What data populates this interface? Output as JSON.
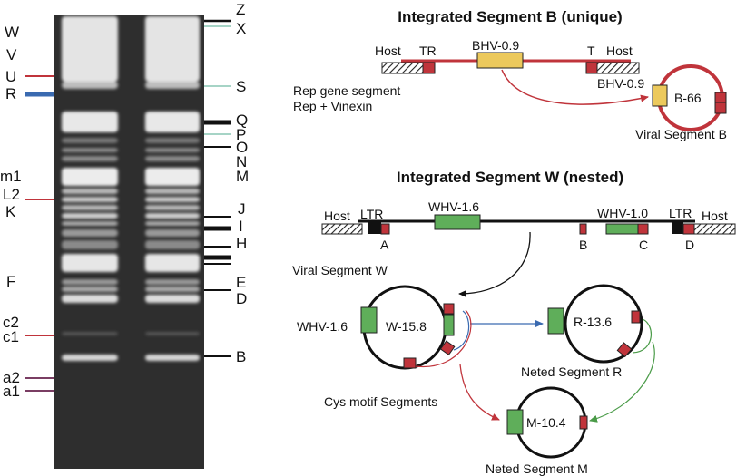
{
  "gel": {
    "left_labels": [
      "W",
      "V",
      "U",
      "R",
      "m1",
      "L2",
      "K",
      "F",
      "c2",
      "c1",
      "a2",
      "a1"
    ],
    "right_labels": [
      "Z",
      "X",
      "S",
      "Q",
      "P",
      "O",
      "N",
      "M",
      "J",
      "I",
      "H",
      "E",
      "D",
      "B"
    ]
  },
  "segment_b": {
    "title": "Integrated Segment B (unique)",
    "host_left": "Host",
    "tr": "TR",
    "gene": "BHV-0.9",
    "t": "T",
    "host_right": "Host",
    "note_line1": "Rep gene segment",
    "note_line2": "Rep + Vinexin",
    "circle_gene": "BHV-0.9",
    "circle_name": "B-66",
    "circle_caption": "Viral Segment B"
  },
  "segment_w": {
    "title": "Integrated Segment W (nested)",
    "host_left": "Host",
    "ltr_left": "LTR",
    "gene1": "WHV-1.6",
    "gene2": "WHV-1.0",
    "ltr_right": "LTR",
    "host_right": "Host",
    "sites": [
      "A",
      "B",
      "C",
      "D"
    ],
    "viral_caption": "Viral Segment W",
    "w_gene": "WHV-1.6",
    "w_name": "W-15.8",
    "r_name": "R-13.6",
    "r_caption": "Neted Segment R",
    "cys": "Cys motif Segments",
    "m_name": "M-10.4",
    "m_caption": "Neted Segment M"
  },
  "colors": {
    "red": "#c0343b",
    "green": "#5fae5a",
    "yellow": "#ecc95c",
    "blue": "#3a6ab0",
    "teal": "#a6d4c6",
    "purple": "#7a3d63"
  }
}
